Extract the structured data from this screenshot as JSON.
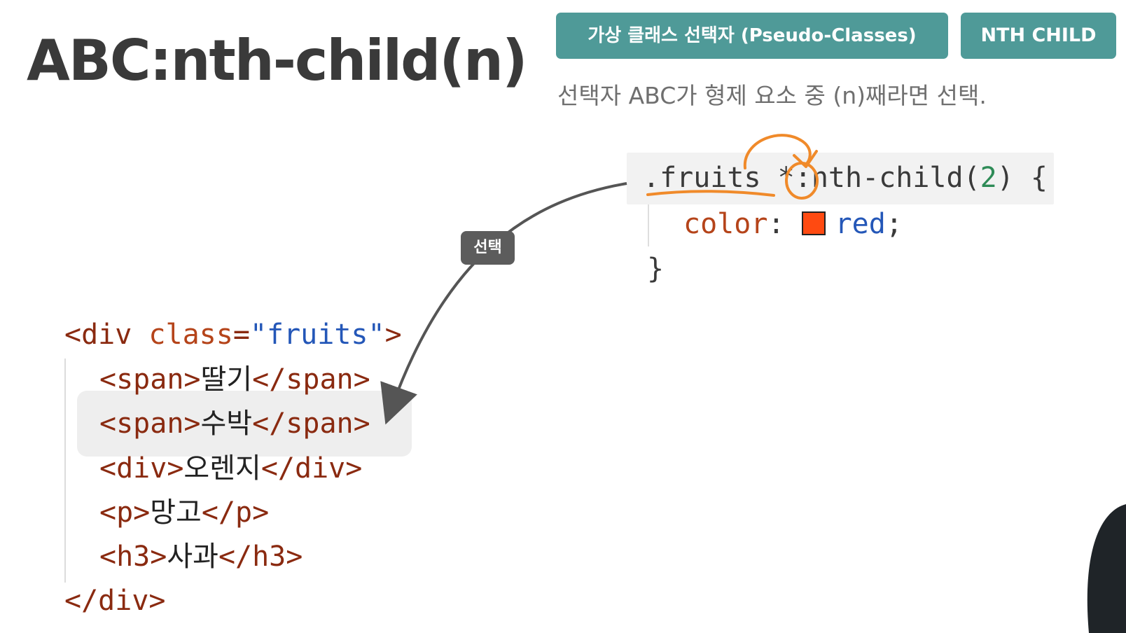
{
  "slide": {
    "title": "ABC:nth-child(n)",
    "badges": [
      "가상 클래스 선택자 (Pseudo-Classes)",
      "NTH CHILD"
    ],
    "description": "선택자 ABC가 형제 요소 중 (n)째라면 선택."
  },
  "css_code": {
    "selector_class": ".fruits ",
    "selector_star": "*",
    "pseudo": ":nth-child(",
    "argument": "2",
    "close_paren": ")",
    "open_brace": " {",
    "property": "color",
    "colon": ": ",
    "value": "red",
    "semicolon": ";",
    "close_brace": "}",
    "swatch_color": "#ff4a11"
  },
  "arrow_label": "선택",
  "html_code": {
    "open": {
      "lt": "<",
      "tag": "div",
      "attr": " class",
      "eq": "=",
      "val": "\"fruits\"",
      "gt": ">"
    },
    "children": [
      {
        "open": "<span>",
        "text": "딸기",
        "close": "</span>"
      },
      {
        "open": "<span>",
        "text": "수박",
        "close": "</span>"
      },
      {
        "open": "<div>",
        "text": "오렌지",
        "close": "</div>"
      },
      {
        "open": "<p>",
        "text": "망고",
        "close": "</p>"
      },
      {
        "open": "<h3>",
        "text": "사과",
        "close": "</h3>"
      }
    ],
    "close": "</div>"
  },
  "colors": {
    "badge": "#4f9a98",
    "annotation": "#f08a2a",
    "tag": "#8a2a10",
    "string": "#2457b8"
  }
}
